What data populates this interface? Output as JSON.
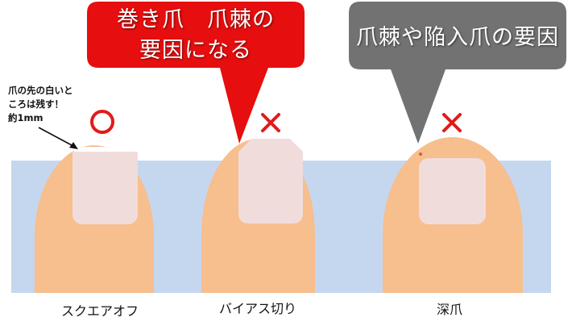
{
  "note": {
    "lines": [
      "爪の先の白いと",
      "ころは残す！",
      "約1mm"
    ]
  },
  "bubbles": {
    "red": {
      "lines": [
        "巻き爪　爪棘の",
        "要因になる"
      ],
      "color": "#e60e0e"
    },
    "gray": {
      "lines": [
        "爪棘や陥入爪の要因"
      ],
      "color": "#727272"
    }
  },
  "marks": {
    "good": "○",
    "bad_bias": "×",
    "bad_deep": "×",
    "good_color": "#e21a1a"
  },
  "toes": [
    {
      "label": "スクエアオフ",
      "evaluation": "good"
    },
    {
      "label": "バイアス切り",
      "evaluation": "bad"
    },
    {
      "label": "深爪",
      "evaluation": "bad"
    }
  ],
  "colors": {
    "skin": "#f7be8e",
    "nail": "#f1dcdc",
    "background_band": "#c5d7ef"
  }
}
